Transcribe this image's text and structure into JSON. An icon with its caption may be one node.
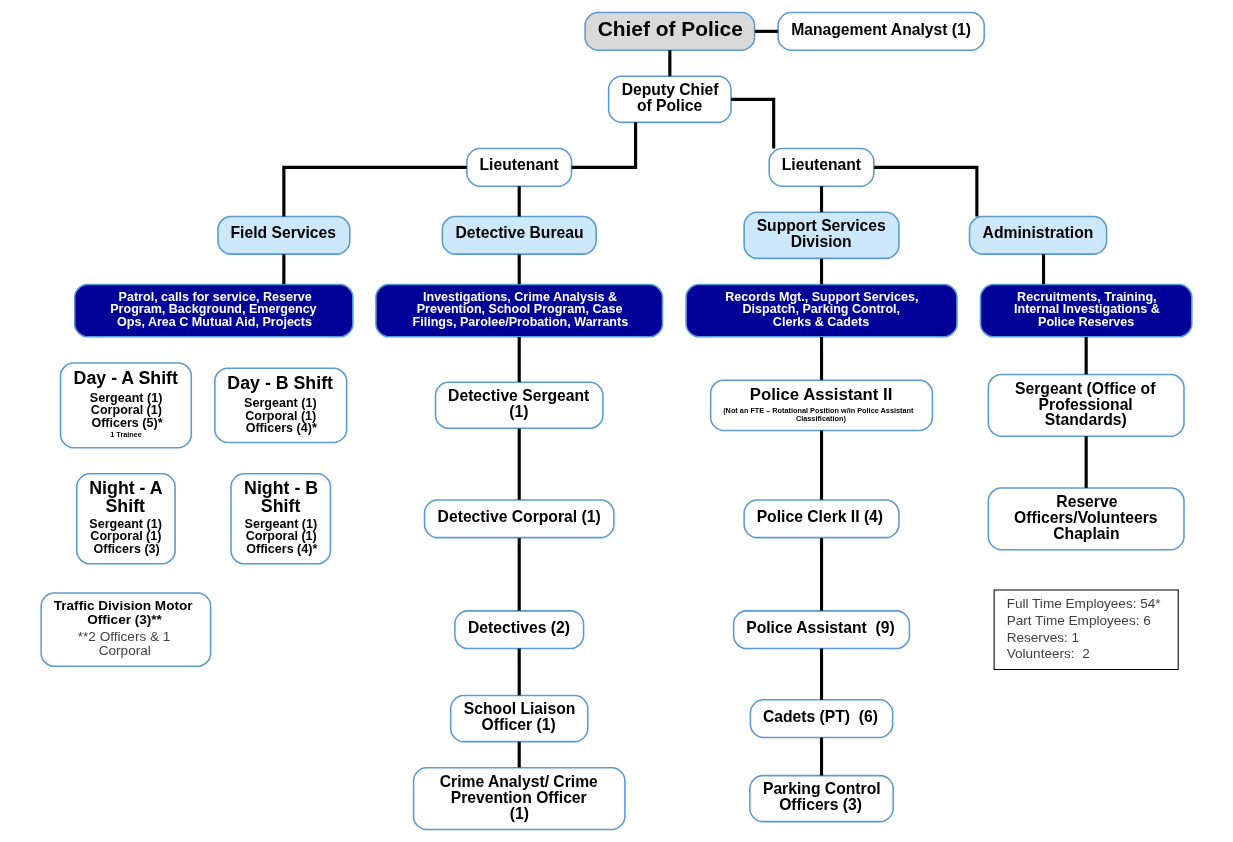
{
  "diagram": {
    "nodes": [
      {
        "text": [
          "Chief of Police"
        ]
      },
      {
        "text": [
          "Management Analyst (1)"
        ]
      },
      {
        "text": [
          "Deputy Chief of Police"
        ]
      },
      {
        "text": [
          "Lieutenant"
        ]
      },
      {
        "text": [
          "Lieutenant"
        ]
      },
      {
        "text": [
          "Field Services"
        ]
      },
      {
        "text": [
          "Detective Bureau"
        ]
      },
      {
        "text": [
          "Support Services Division"
        ]
      },
      {
        "text": [
          "Administration"
        ]
      },
      {
        "text": [
          "Patrol, calls for service, Reserve Program, Background, Emergency Ops, Area C Mutual Aid, Projects"
        ]
      },
      {
        "text": [
          "Investigations, Crime Analysis & Prevention, School Program, Case Filings, Parolee/Probation, Warrants"
        ]
      },
      {
        "text": [
          "Records Mgt., Support Services, Dispatch, Parking Control, Clerks & Cadets"
        ]
      },
      {
        "text": [
          "Recruitments, Training, Internal Investigations & Police Reserves"
        ]
      },
      {
        "text": [
          "Day - A Shift",
          "Sergeant (1) Corporal (1) Officers (5)*",
          "1 Trainee"
        ]
      },
      {
        "text": [
          "Day - B Shift",
          "Sergeant (1) Corporal (1) Officers (4)*"
        ]
      },
      {
        "text": [
          "Night - A Shift",
          "Sergeant (1) Corporal (1) Officers (3)"
        ]
      },
      {
        "text": [
          "Night - B Shift",
          "Sergeant (1) Corporal (1) Officers (4)*"
        ]
      },
      {
        "text": [
          "Traffic Division Motor Officer (3)**",
          "**2 Officers & 1 Corporal"
        ]
      },
      {
        "text": [
          "Detective Sergeant (1)"
        ]
      },
      {
        "text": [
          "Detective Corporal (1)"
        ]
      },
      {
        "text": [
          "Detectives (2)"
        ]
      },
      {
        "text": [
          "School Liaison Officer (1)"
        ]
      },
      {
        "text": [
          "Crime Analyst/ Crime Prevention Officer (1)"
        ]
      },
      {
        "text": [
          "Police Assistant II",
          "(Not an FTE – Rotational Position w/in Police Assistant Classification)"
        ]
      },
      {
        "text": [
          "Police Clerk II (4)"
        ]
      },
      {
        "text": [
          "Police Assistant  (9)"
        ]
      },
      {
        "text": [
          "Cadets (PT)  (6)"
        ]
      },
      {
        "text": [
          "Parking Control Officers (3)"
        ]
      },
      {
        "text": [
          "Sergeant (Office of Professional Standards)"
        ]
      },
      {
        "text": [
          "Reserve Officers/Volunteers Chaplain"
        ]
      },
      {
        "text": [
          "Full Time Employees: 54*",
          "Part Time Employees: 6",
          "Reserves: 1",
          "Volunteers:  2"
        ]
      }
    ],
    "edges": [
      {
        "from": 0,
        "to": 1,
        "arrow": "none"
      },
      {
        "from": 0,
        "to": 2,
        "arrow": "none"
      },
      {
        "from": 2,
        "to": 3,
        "arrow": "none"
      },
      {
        "from": 2,
        "to": 4,
        "arrow": "none"
      },
      {
        "from": 3,
        "to": 5,
        "arrow": "none"
      },
      {
        "from": 3,
        "to": 6,
        "arrow": "none"
      },
      {
        "from": 4,
        "to": 7,
        "arrow": "none"
      },
      {
        "from": 4,
        "to": 8,
        "arrow": "none"
      },
      {
        "from": 5,
        "to": 9,
        "arrow": "none"
      },
      {
        "from": 6,
        "to": 10,
        "arrow": "none"
      },
      {
        "from": 7,
        "to": 11,
        "arrow": "none"
      },
      {
        "from": 8,
        "to": 12,
        "arrow": "none"
      },
      {
        "from": 10,
        "to": 18,
        "arrow": "none"
      },
      {
        "from": 18,
        "to": 19,
        "arrow": "none"
      },
      {
        "from": 19,
        "to": 20,
        "arrow": "none"
      },
      {
        "from": 20,
        "to": 21,
        "arrow": "none"
      },
      {
        "from": 21,
        "to": 22,
        "arrow": "none"
      },
      {
        "from": 11,
        "to": 23,
        "arrow": "none"
      },
      {
        "from": 23,
        "to": 24,
        "arrow": "none"
      },
      {
        "from": 24,
        "to": 25,
        "arrow": "none"
      },
      {
        "from": 25,
        "to": 26,
        "arrow": "none"
      },
      {
        "from": 26,
        "to": 27,
        "arrow": "none"
      },
      {
        "from": 12,
        "to": 28,
        "arrow": "none"
      },
      {
        "from": 28,
        "to": 29,
        "arrow": "none"
      }
    ]
  }
}
